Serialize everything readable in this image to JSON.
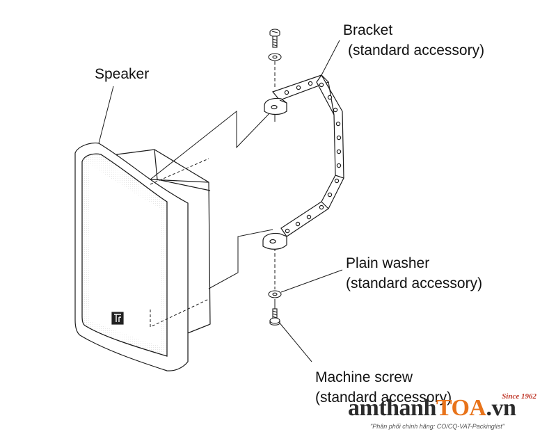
{
  "labels": {
    "speaker": "Speaker",
    "bracket": "Bracket",
    "bracket_sub": "(standard accessory)",
    "plain_washer": "Plain washer",
    "plain_washer_sub": "(standard accessory)",
    "machine_screw": "Machine screw",
    "machine_screw_sub": "(standard accessory)"
  },
  "watermark": {
    "since": "Since 1962",
    "brand_part1": "amthanh",
    "brand_part2": "TOA",
    "brand_part3": ".vn",
    "tagline": "\"Phân phối chính hãng: CO/CQ-VAT-Packinglist\""
  },
  "colors": {
    "line": "#1a1a1a",
    "brand_orange": "#e8731a",
    "brand_red": "#c0392b"
  }
}
